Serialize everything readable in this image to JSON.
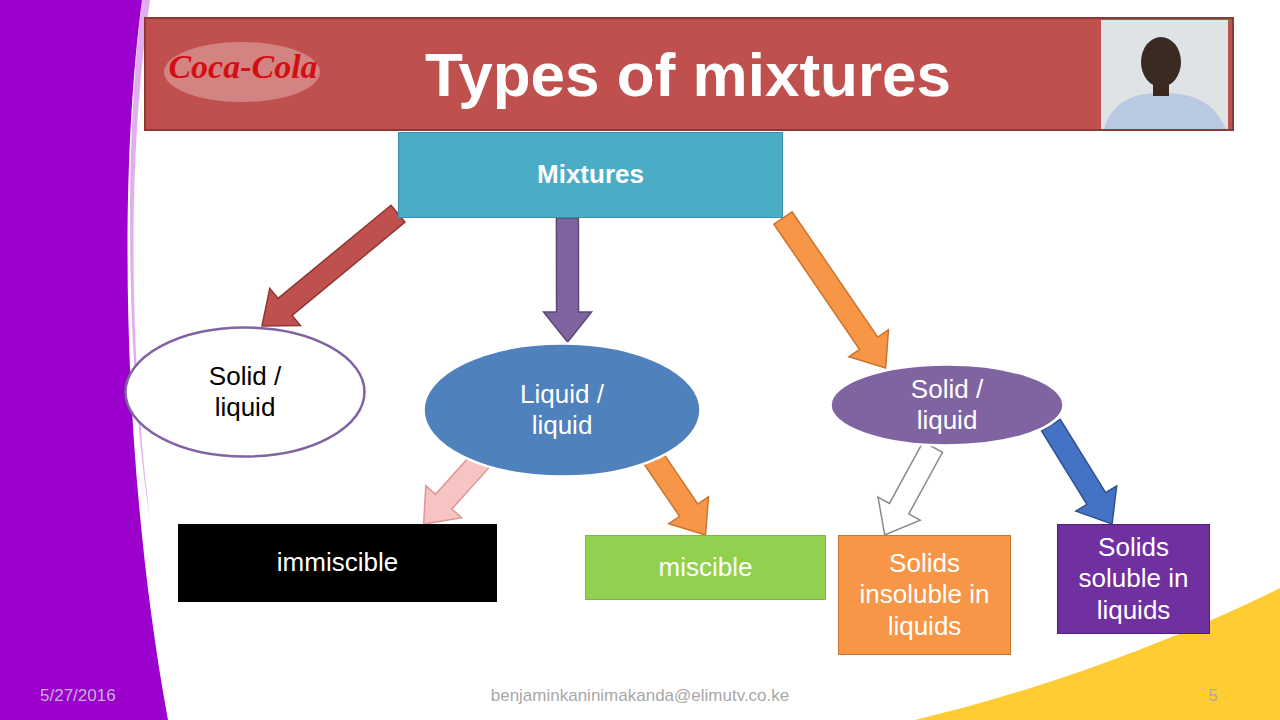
{
  "diagram": {
    "title": "Types of mixtures",
    "nodes": [
      {
        "text": [
          "Mixtures"
        ]
      },
      {
        "text": [
          "Solid / liquid"
        ]
      },
      {
        "text": [
          "Liquid / liquid"
        ]
      },
      {
        "text": [
          "Solid / liquid"
        ]
      },
      {
        "text": [
          "immiscible"
        ]
      },
      {
        "text": [
          "miscible"
        ]
      },
      {
        "text": [
          "Solids insoluble in liquids"
        ]
      },
      {
        "text": [
          "Solids soluble in liquids"
        ]
      }
    ],
    "edges": [
      {
        "from": 0,
        "to": 1,
        "arrow": "to"
      },
      {
        "from": 0,
        "to": 2,
        "arrow": "to"
      },
      {
        "from": 0,
        "to": 3,
        "arrow": "to"
      },
      {
        "from": 2,
        "to": 4,
        "arrow": "to"
      },
      {
        "from": 2,
        "to": 5,
        "arrow": "to"
      },
      {
        "from": 3,
        "to": 6,
        "arrow": "to"
      },
      {
        "from": 3,
        "to": 7,
        "arrow": "to"
      }
    ],
    "labels": [
      "Coca-Cola",
      "5/27/2016",
      "benjaminkaninimakanda@elimutv.co.ke",
      "5"
    ]
  }
}
